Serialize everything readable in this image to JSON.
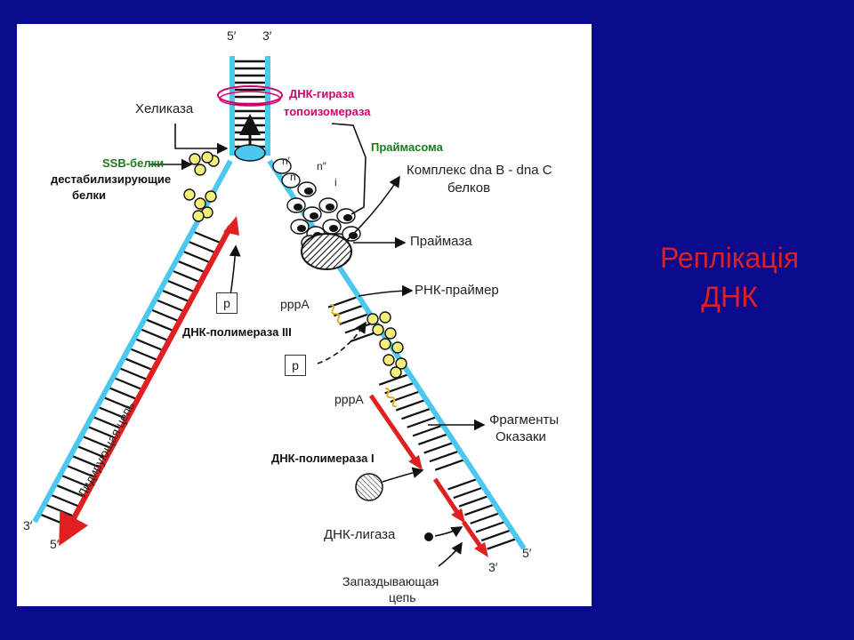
{
  "title": {
    "line1": "Реплікація",
    "line2": "ДНК"
  },
  "labels": {
    "top_5": "5′",
    "top_3": "3′",
    "helicase": "Хеликаза",
    "gyrase": "ДНК-гираза",
    "topoisomerase": "топоизомераза",
    "primosome": "Праймасома",
    "complex_line1": "Комплекс dna B - dna C",
    "complex_line2": "белков",
    "ssb_line1": "SSB-белки",
    "ssb_line2": "дестабилизирующие",
    "ssb_line3": "белки",
    "primase": "Праймаза",
    "rna_primer": "РНК-праймер",
    "pppA_1": "pppA",
    "pppA_2": "pppA",
    "pol3": "ДНК-полимераза III",
    "p_box_1": "p",
    "p_box_2": "p",
    "okazaki_line1": "Фрагменты",
    "okazaki_line2": "Оказаки",
    "pol1": "ДНК-полимераза I",
    "ligase": "ДНК-лигаза",
    "lagging_line1": "Запаздывающая",
    "lagging_line2": "цепь",
    "leading": "Лидирующая цепь",
    "bottom_left_3": "3′",
    "bottom_left_5": "5′",
    "bottom_right_5": "5′",
    "bottom_right_3": "3′",
    "n_prime": "n′",
    "n": "n",
    "n_dprime": "n″",
    "i": "i"
  },
  "colors": {
    "background": "#0a0a8c",
    "title": "#e02020",
    "template_strand": "#4cc8f0",
    "new_strand": "#e02020",
    "ssb_protein": "#f4ef7a",
    "gyrase": "#d4006e",
    "primosome_label": "#1a7a1a"
  }
}
